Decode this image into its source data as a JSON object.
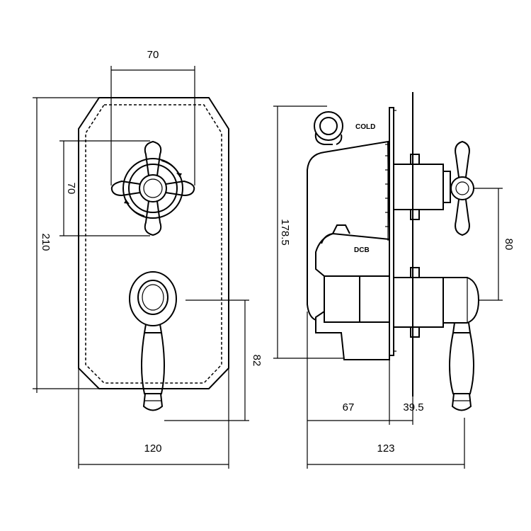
{
  "front_view": {
    "width_label": "120",
    "height_label": "210",
    "handle_spacing_label": "70",
    "cross_handle_size_label": "70",
    "lever_offset_label": "82"
  },
  "side_view": {
    "depth_label": "123",
    "body_depth_label": "67",
    "spindle_label": "39.5",
    "height_label": "178.5",
    "handle_spacing_label": "80",
    "cold_label": "COLD",
    "outlet_label": "DCB"
  }
}
